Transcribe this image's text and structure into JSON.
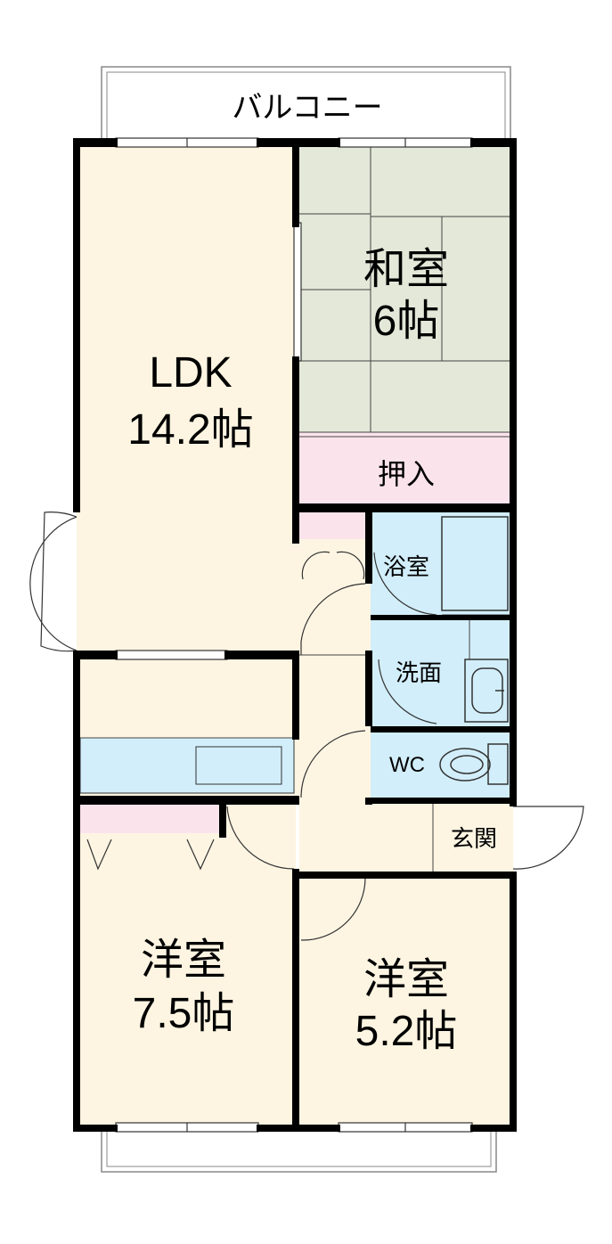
{
  "colors": {
    "wall": "#000000",
    "ldk_floor": "#fdf5e2",
    "tatami": "#e3e8d9",
    "closet": "#fbe3ec",
    "wet_area": "#d2eefa",
    "outline": "#888888"
  },
  "labels": {
    "balcony": "バルコニー",
    "ldk_name": "LDK",
    "ldk_size": "14.2帖",
    "washitsu_name": "和室",
    "washitsu_size": "6帖",
    "oshiire": "押入",
    "bath": "浴室",
    "washroom": "洗面",
    "wc": "WC",
    "entrance": "玄関",
    "yoshitsu1_name": "洋室",
    "yoshitsu1_size": "7.5帖",
    "yoshitsu2_name": "洋室",
    "yoshitsu2_size": "5.2帖"
  }
}
